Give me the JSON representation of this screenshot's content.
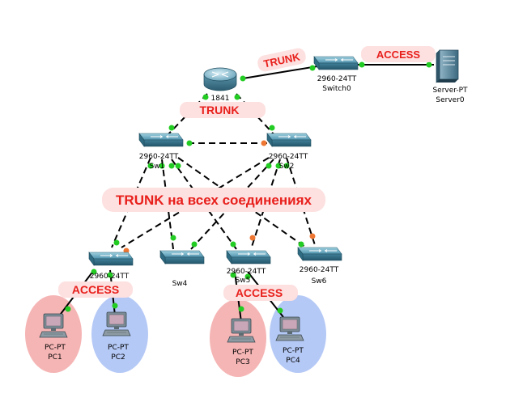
{
  "devices": {
    "router": {
      "model": "1841",
      "name": ""
    },
    "switch0": {
      "model": "2960-24TT",
      "name": "Switch0"
    },
    "server0": {
      "model": "Server-PT",
      "name": "Server0"
    },
    "sw1": {
      "model": "2960-24TT",
      "name": "Sw1"
    },
    "sw2": {
      "model": "2960-24TT",
      "name": "Sw2"
    },
    "sw3": {
      "model": "2960-24TT",
      "name": ""
    },
    "sw4": {
      "model": "",
      "name": "Sw4"
    },
    "sw5": {
      "model": "2960-24TT",
      "name": "Sw5"
    },
    "sw6": {
      "model": "2960-24TT",
      "name": "Sw6"
    },
    "pc1": {
      "model": "PC-PT",
      "name": "PC1"
    },
    "pc2": {
      "model": "PC-PT",
      "name": "PC2"
    },
    "pc3": {
      "model": "PC-PT",
      "name": "PC3"
    },
    "pc4": {
      "model": "PC-PT",
      "name": "PC4"
    }
  },
  "labels": {
    "trunk_top": "TRUNK",
    "access_top": "ACCESS",
    "trunk_router": "TRUNK",
    "trunk_all": "TRUNK на всех соединениях",
    "access_left": "ACCESS",
    "access_right": "ACCESS"
  },
  "colors": {
    "link_up": "#22cc22",
    "link_blocked": "#ee7733",
    "pill_fill": "#fde0e0",
    "pill_text": "#e8201c",
    "vlan_red": "#f4a8a8",
    "vlan_blue": "#a8c0f4"
  }
}
